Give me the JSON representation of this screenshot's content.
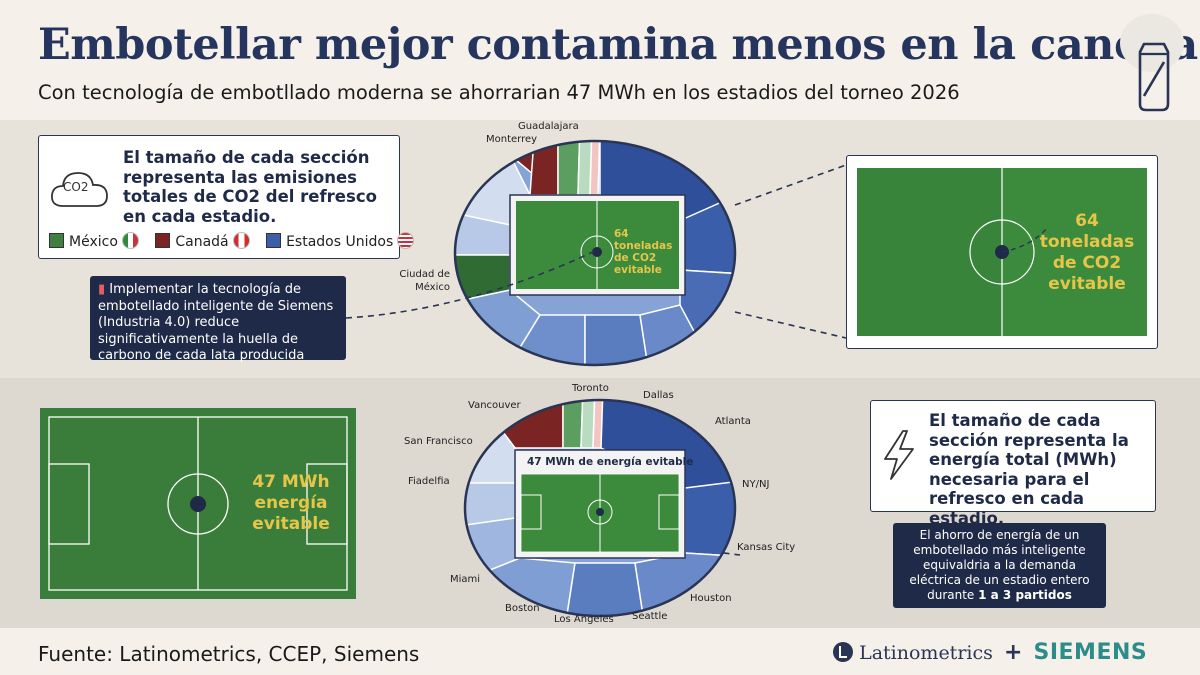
{
  "header": {
    "title": "Embotellar mejor contamina menos en la cancha",
    "subtitle": "Con tecnología de embotllado moderna se ahorrarian 47 MWh en los estadios del torneo 2026"
  },
  "top": {
    "info_text": "El tamaño de cada sección representa las emisiones totales de CO2 del refresco en cada estadio.",
    "co2_label": "CO2",
    "legend": [
      {
        "label": "México",
        "color": "#3f7f41"
      },
      {
        "label": "Canadá",
        "color": "#7a2424"
      },
      {
        "label": "Estados Unidos",
        "color": "#3d5fa8"
      }
    ],
    "note_text": "Implementar la tecnología de embotellado inteligente de Siemens (Industria 4.0) reduce significativamente la huella de carbono de cada lata producida",
    "field_small": "64 toneladas de CO2 evitable",
    "field_big": "64 toneladas de CO2 evitable",
    "stadium_labels": [
      "Guadalajara",
      "Monterrey",
      "Ciudad de México"
    ]
  },
  "bottom": {
    "field_big": "47 MWh energía evitable",
    "field_small_header": "47 MWh de energía evitable",
    "info_text": "El tamaño de cada sección representa la energía total (MWh) necesaria para el refresco en cada estadio.",
    "note_text_a": "El ahorro de energía de un embotellado más inteligente equivaldria a la demanda eléctrica de un estadio entero durante",
    "note_text_b": "1 a 3 partidos",
    "stadium_labels": [
      "Toronto",
      "Dallas",
      "Vancouver",
      "Atlanta",
      "San Francisco",
      "NY/NJ",
      "Fiadelfia",
      "Kansas City",
      "Miami",
      "Houston",
      "Boston",
      "Seattle",
      "Los Angeles"
    ]
  },
  "footer": {
    "source": "Fuente: Latinometrics, CCEP, Siemens",
    "brand1": "Latinometrics",
    "plus": "+",
    "brand2": "SIEMENS"
  }
}
